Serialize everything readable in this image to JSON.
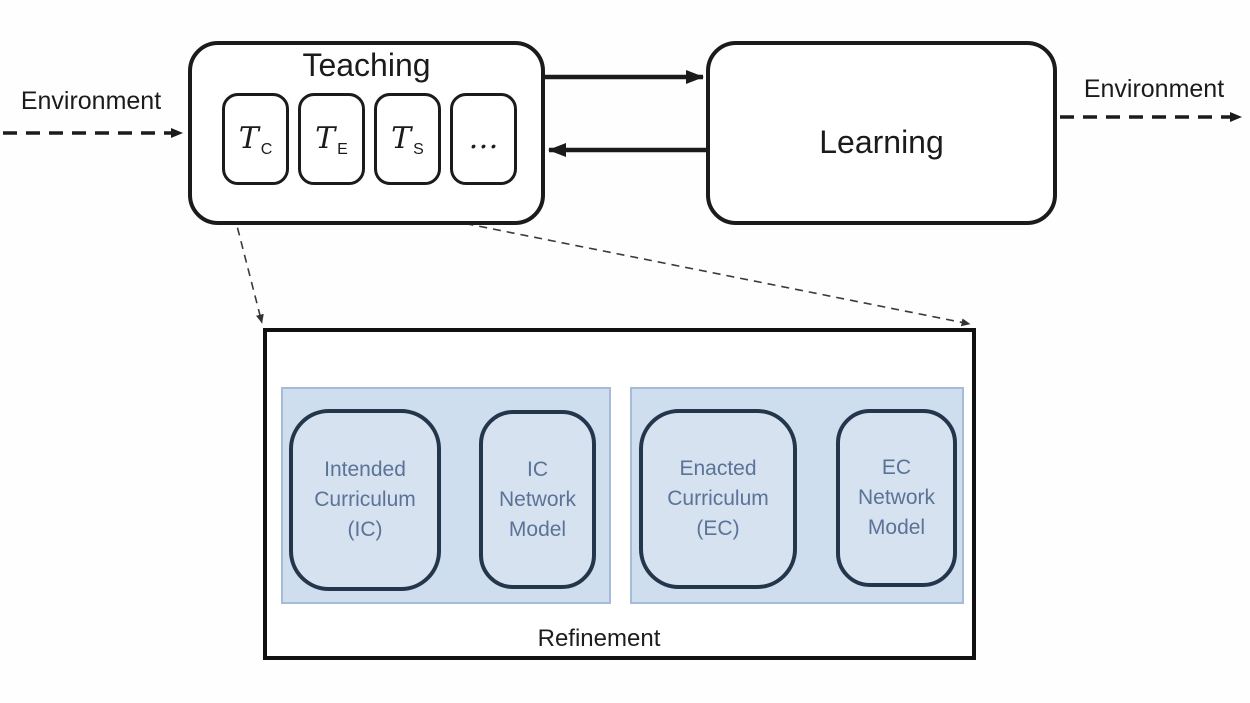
{
  "figure": {
    "top": {
      "environment_left": "Environment",
      "environment_right": "Environment",
      "teaching": {
        "title": "Teaching",
        "tasks": [
          {
            "base": "T",
            "sub": "C"
          },
          {
            "base": "T",
            "sub": "E"
          },
          {
            "base": "T",
            "sub": "S"
          },
          {
            "base": "…",
            "sub": ""
          }
        ]
      },
      "learning": {
        "title": "Learning"
      }
    },
    "detail": {
      "panels": [
        {
          "boxes": [
            {
              "lines": [
                "Intended",
                "Curriculum",
                "(IC)"
              ]
            },
            {
              "lines": [
                "IC",
                "Network",
                "Model"
              ]
            }
          ]
        },
        {
          "boxes": [
            {
              "lines": [
                "Enacted",
                "Curriculum",
                "(EC)"
              ]
            },
            {
              "lines": [
                "EC",
                "Network",
                "Model"
              ]
            }
          ]
        }
      ],
      "refinement_label": "Refinement"
    },
    "colors": {
      "line": "#1b1b1b",
      "panel_fill": "#cfdeee",
      "panel_border": "#a6bcd6",
      "node_fill": "#d7e2f0",
      "node_border": "#24364b",
      "node_text": "#5a7396"
    }
  }
}
